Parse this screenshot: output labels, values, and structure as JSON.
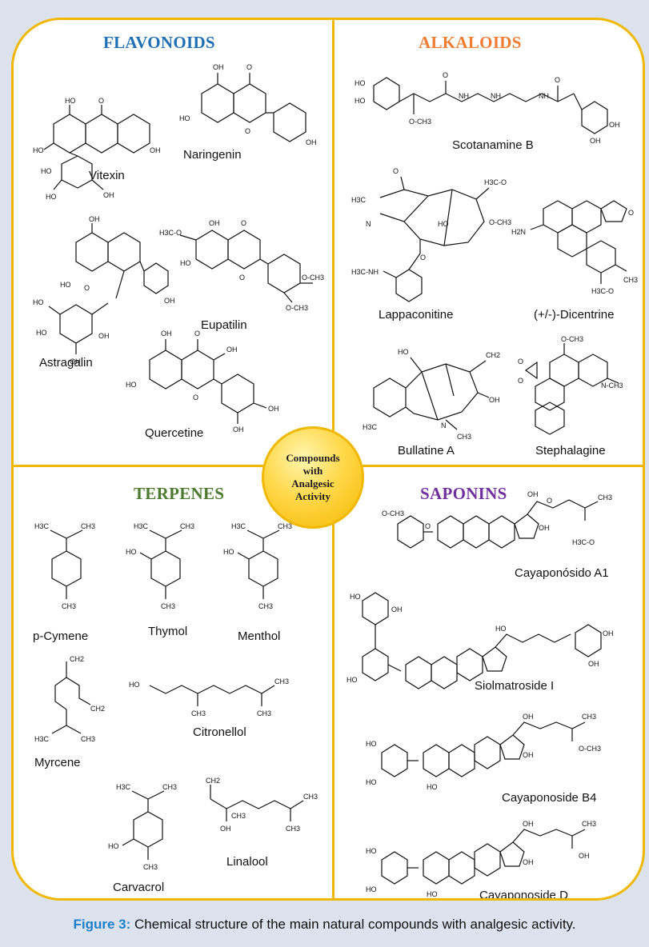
{
  "colors": {
    "frame": "#f0b800",
    "flavonoids": "#1f6fb5",
    "alkaloids": "#ee7d31",
    "terpenes": "#4c7a2e",
    "saponins": "#7030a0",
    "caption_label": "#1c7fc9"
  },
  "sections": {
    "flavonoids": {
      "title": "FLAVONOIDS",
      "compounds": [
        "Vitexin",
        "Naringenin",
        "Eupatilin",
        "Astragalin",
        "Quercetine"
      ]
    },
    "alkaloids": {
      "title": "ALKALOIDS",
      "compounds": [
        "Scotanamine B",
        "Lappaconitine",
        "(+/-)-Dicentrine",
        "Bullatine A",
        "Stephalagine"
      ]
    },
    "terpenes": {
      "title": "TERPENES",
      "compounds": [
        "p-Cymene",
        "Thymol",
        "Menthol",
        "Myrcene",
        "Citronellol",
        "Carvacrol",
        "Linalool"
      ]
    },
    "saponins": {
      "title": "SAPONINS",
      "compounds": [
        "Cayaponósido A1",
        "Siolmatroside I",
        "Cayaponoside B4",
        "Cayaponoside D"
      ]
    }
  },
  "center": {
    "label": "Compounds\nwith\nAnalgesic\nActivity"
  },
  "caption": {
    "label": "Figure 3:",
    "text": " Chemical structure of the main natural compounds with analgesic activity."
  }
}
